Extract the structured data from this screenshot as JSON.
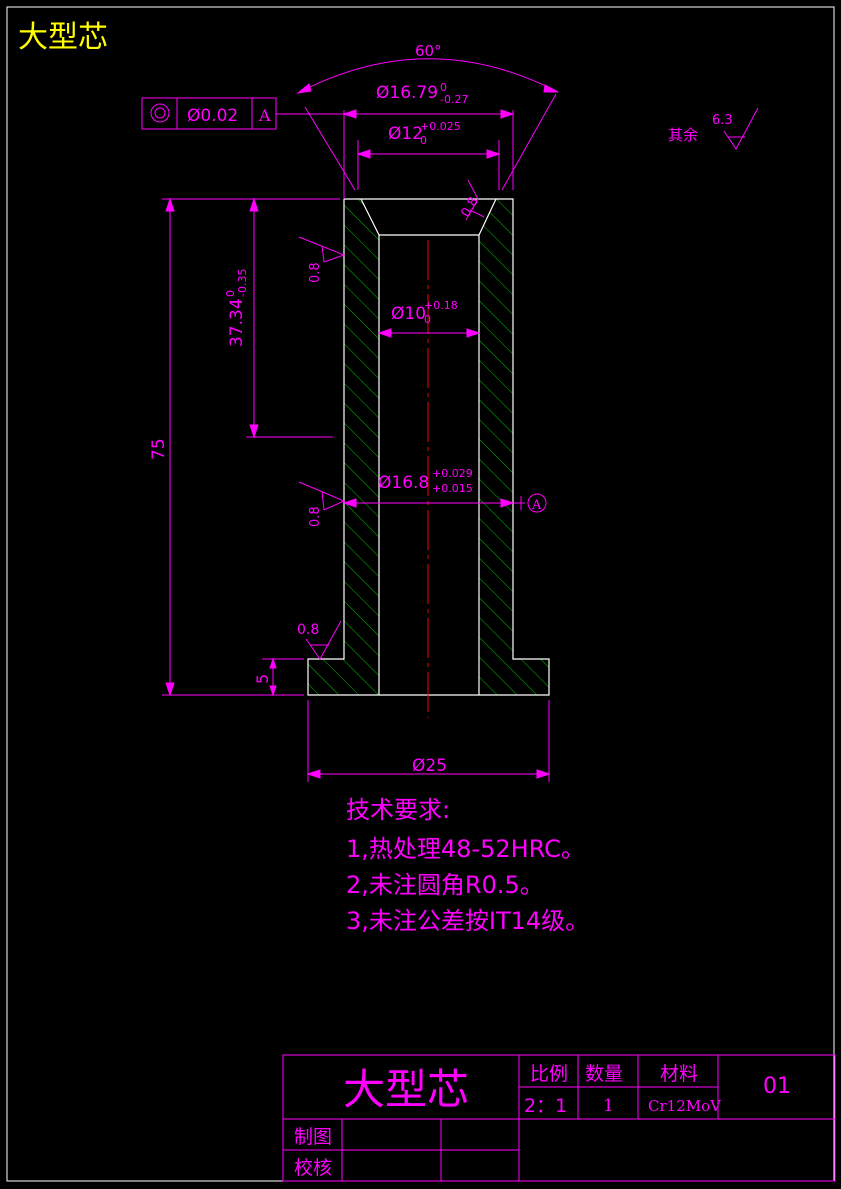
{
  "colors": {
    "background": "#000000",
    "magenta": "#ff00ff",
    "white": "#ffffff",
    "yellow": "#ffff00",
    "hatch": "#00c000",
    "centerline": "#ff0000"
  },
  "corner_title": "大型芯",
  "angle_dim": "60°",
  "dims": {
    "d16_79": {
      "main": "Ø16.79",
      "upper": "0",
      "lower": "-0.27"
    },
    "d12": {
      "main": "Ø12",
      "upper": "+0.025",
      "lower": "0"
    },
    "d10": {
      "main": "Ø10",
      "upper": "+0.18",
      "lower": "0"
    },
    "d16_8": {
      "main": "Ø16.8",
      "upper": "+0.029",
      "lower": "+0.015"
    },
    "len37": {
      "main": "37.34",
      "upper": "0",
      "lower": "-0.35"
    },
    "len75": "75",
    "len5": "5",
    "d25": "Ø25"
  },
  "tolerance_frame": {
    "value": "Ø0.02",
    "datum": "A"
  },
  "datum_label": "A",
  "roughness": {
    "rest_label": "其余",
    "rest_value": "6.3",
    "r1": "0.8",
    "r2": "0.8",
    "r3": "0.8",
    "r4": "0.8"
  },
  "notes": {
    "heading": "技术要求:",
    "line1": "1,热处理48-52HRC。",
    "line2": "2,未注圆角R0.5。",
    "line3": "3,未注公差按IT14级。"
  },
  "title_block": {
    "part_name": "大型芯",
    "scale_label": "比例",
    "qty_label": "数量",
    "material_label": "材料",
    "scale_value": "2：1",
    "qty_value": "1",
    "material_value": "Cr12MoV",
    "drawing_no": "01",
    "drawn_label": "制图",
    "checked_label": "校核"
  }
}
